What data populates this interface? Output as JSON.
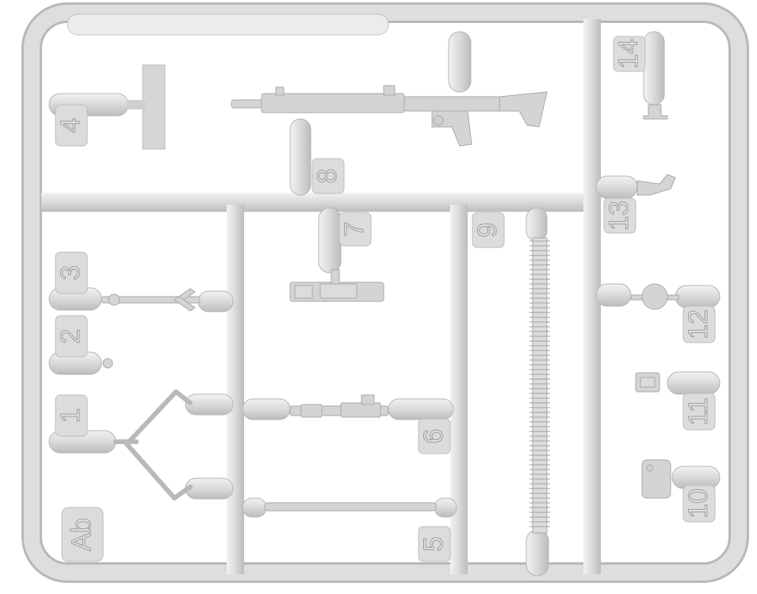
{
  "sprue": {
    "code": "Ab",
    "colors": {
      "plastic": "#dedede",
      "plastic_shadow": "#b9b9b9",
      "background": "#ffffff"
    },
    "part_numbers": [
      "1",
      "2",
      "3",
      "4",
      "5",
      "6",
      "7",
      "8",
      "9",
      "10",
      "11",
      "12",
      "13",
      "14"
    ]
  }
}
